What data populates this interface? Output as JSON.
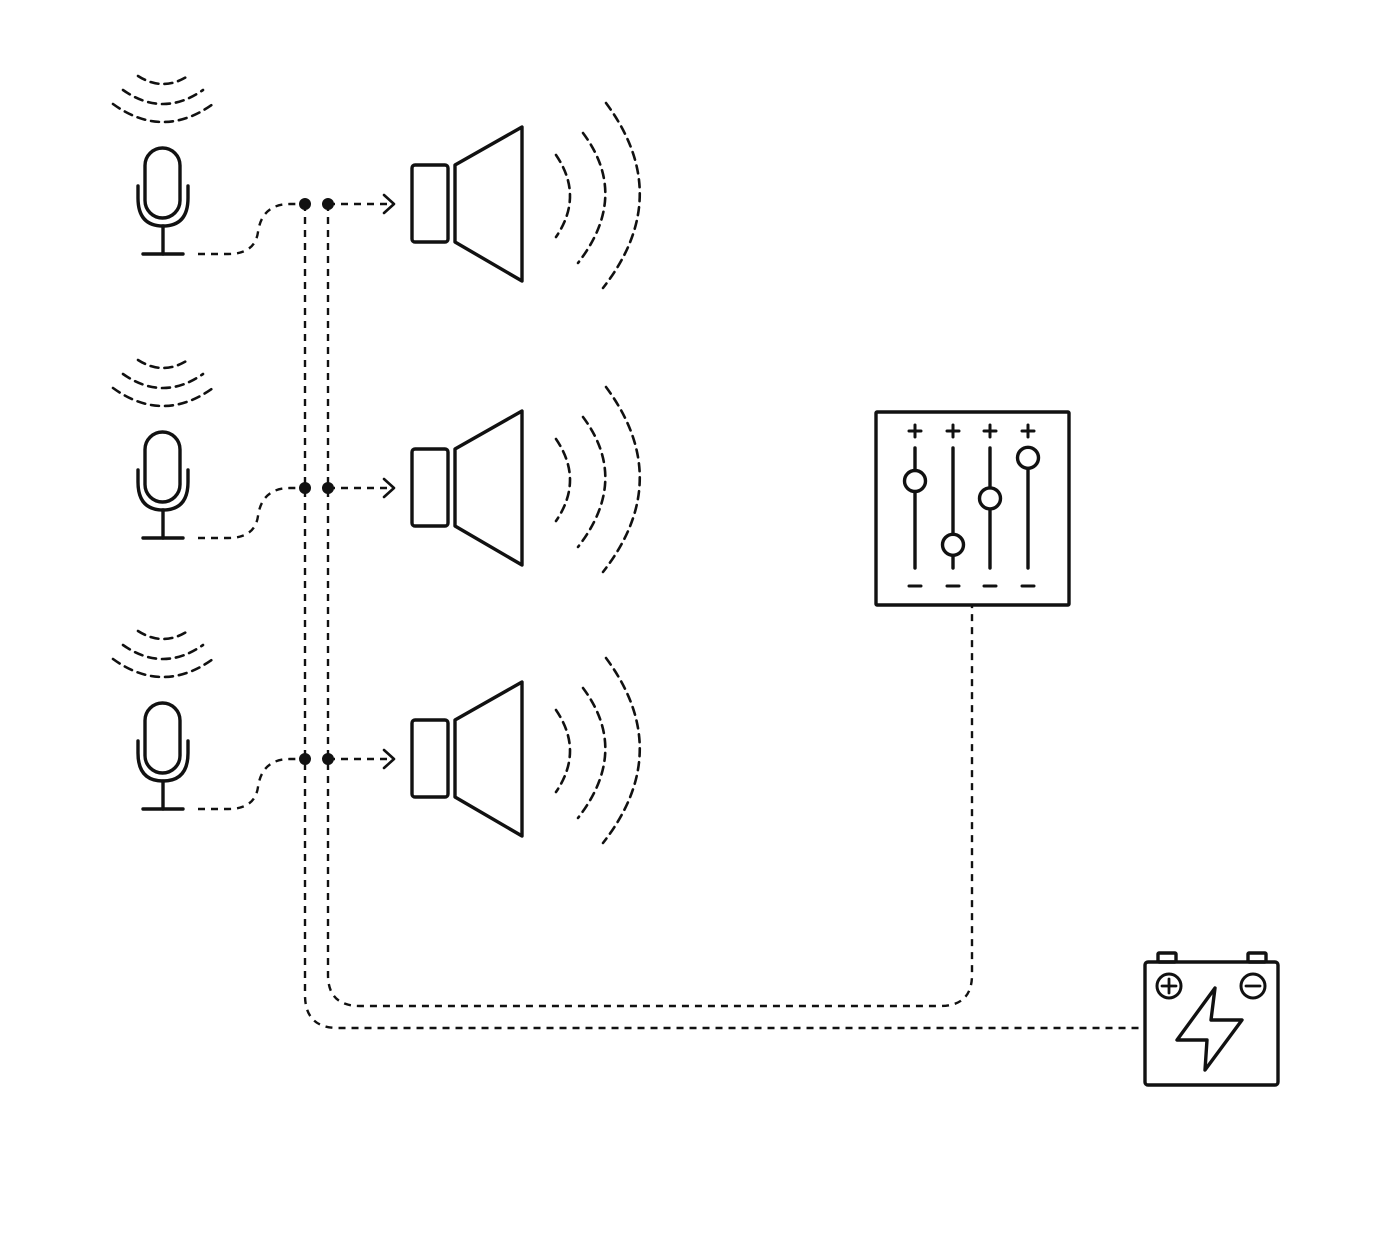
{
  "diagram": {
    "channels": [
      {
        "microphone_icon": "microphone-icon",
        "speaker_icon": "speaker-icon"
      },
      {
        "microphone_icon": "microphone-icon",
        "speaker_icon": "speaker-icon"
      },
      {
        "microphone_icon": "microphone-icon",
        "speaker_icon": "speaker-icon"
      }
    ],
    "mixer": {
      "icon": "mixer-sliders-icon",
      "fader_levels": [
        0.75,
        0.2,
        0.6,
        0.95
      ],
      "plus_symbol": "+",
      "minus_symbol": "−"
    },
    "battery": {
      "icon": "battery-icon",
      "terminals": [
        "+",
        "−"
      ],
      "bolt_icon": "lightning-bolt-icon"
    },
    "colors": {
      "stroke": "#111111",
      "background": "#ffffff"
    }
  }
}
